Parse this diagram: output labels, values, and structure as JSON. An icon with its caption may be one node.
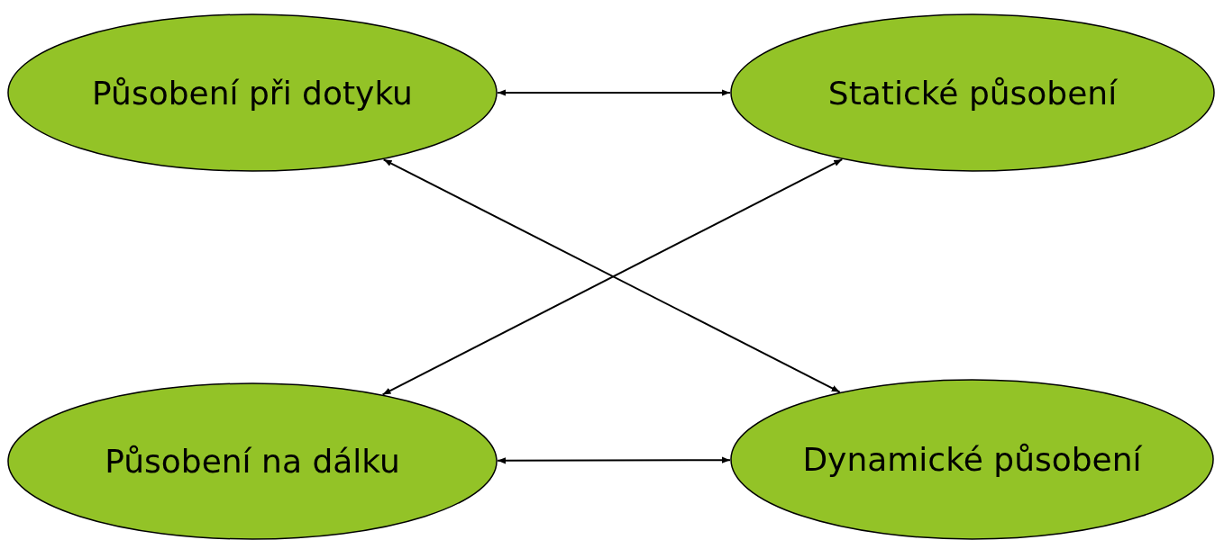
{
  "diagram": {
    "nodes": [
      {
        "text": [
          "Působení při dotyku"
        ]
      },
      {
        "text": [
          "Statické působení"
        ]
      },
      {
        "text": [
          "Působení na dálku"
        ]
      },
      {
        "text": [
          "Dynamické působení"
        ]
      }
    ],
    "edges": [
      {
        "from": 0,
        "to": 1,
        "arrow": "both"
      },
      {
        "from": 0,
        "to": 3,
        "arrow": "both"
      },
      {
        "from": 1,
        "to": 2,
        "arrow": "both"
      },
      {
        "from": 2,
        "to": 3,
        "arrow": "both"
      }
    ]
  }
}
